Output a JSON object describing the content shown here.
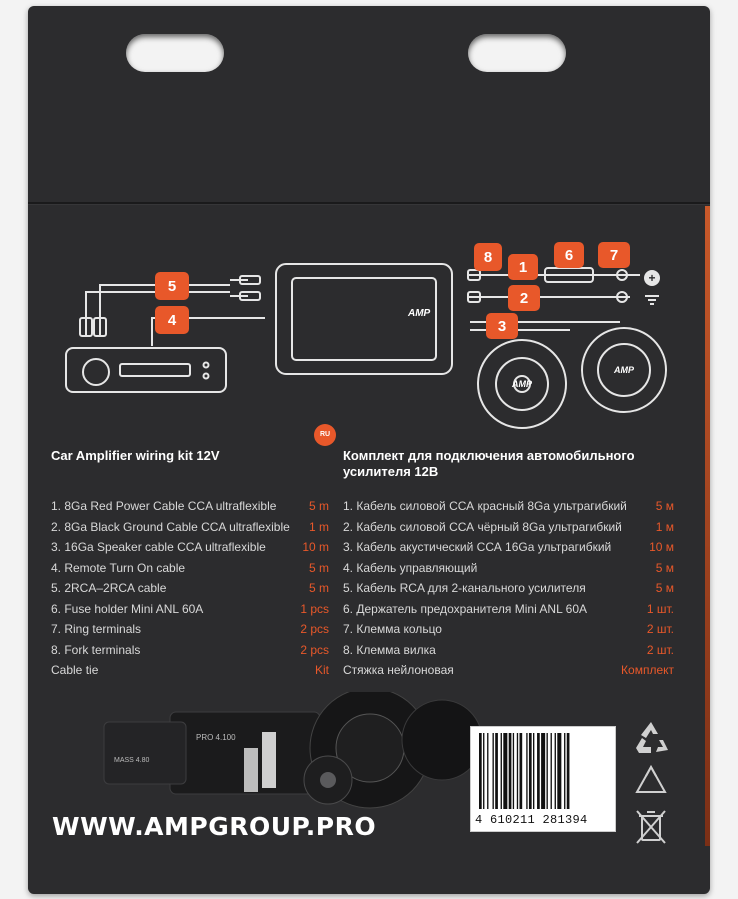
{
  "colors": {
    "accent": "#e8582a",
    "background": "#2c2c2e",
    "text": "#d8d8d8"
  },
  "diagram": {
    "labels": {
      "power_cable": "1",
      "ground_cable": "2",
      "speaker_cable": "3",
      "remote_cable": "4",
      "rca_cable": "5",
      "fuse_holder": "6",
      "ring_terminal": "7",
      "fork_terminal": "8"
    },
    "brand_mark": "AMP"
  },
  "lang_badge": "RU",
  "en": {
    "title": "Car Amplifier wiring kit 12V",
    "items": [
      {
        "label": "1.  8Ga Red Power Cable CCA ultraflexible",
        "qty": "5 m"
      },
      {
        "label": "2.  8Ga Black Ground Cable CCA ultraflexible",
        "qty": "1 m"
      },
      {
        "label": "3.  16Ga Speaker cable CCA ultraflexible",
        "qty": "10 m"
      },
      {
        "label": "4.  Remote Turn On cable",
        "qty": "5 m"
      },
      {
        "label": "5.  2RCA–2RCA cable",
        "qty": "5 m"
      },
      {
        "label": "6.  Fuse holder Mini ANL 60A",
        "qty": "1 pcs"
      },
      {
        "label": "7.  Ring terminals",
        "qty": "2 pcs"
      },
      {
        "label": "8.  Fork terminals",
        "qty": "2 pcs"
      },
      {
        "label": "Cable tie",
        "qty": "Kit"
      }
    ]
  },
  "ru": {
    "title": "Комплект для подключения автомобильного усилителя 12В",
    "items": [
      {
        "label": "1.  Кабель силовой ССА красный 8Ga ультрагибкий",
        "qty": "5 м"
      },
      {
        "label": "2.  Кабель силовой ССА чёрный 8Ga ультрагибкий",
        "qty": "1 м"
      },
      {
        "label": "3.  Кабель акустический ССА 16Ga ультрагибкий",
        "qty": "10 м"
      },
      {
        "label": "4.  Кабель управляющий",
        "qty": "5 м"
      },
      {
        "label": "5.  Кабель RCA для 2-канального усилителя",
        "qty": "5 м"
      },
      {
        "label": "6.  Держатель предохранителя Mini ANL 60A",
        "qty": "1 шт."
      },
      {
        "label": "7.  Клемма кольцо",
        "qty": "2 шт."
      },
      {
        "label": "8.  Клемма вилка",
        "qty": "2 шт."
      },
      {
        "label": "Стяжка нейлоновая",
        "qty": "Комплект"
      }
    ]
  },
  "footer": {
    "url": "WWW.AMPGROUP.PRO",
    "product_labels": [
      "MASS 4.80",
      "PRO 4.100"
    ]
  },
  "barcode": {
    "digits": "4 610211 281394"
  },
  "eco_icons": [
    "recycle-icon",
    "recycle-outline-icon",
    "crossed-bin-icon"
  ]
}
